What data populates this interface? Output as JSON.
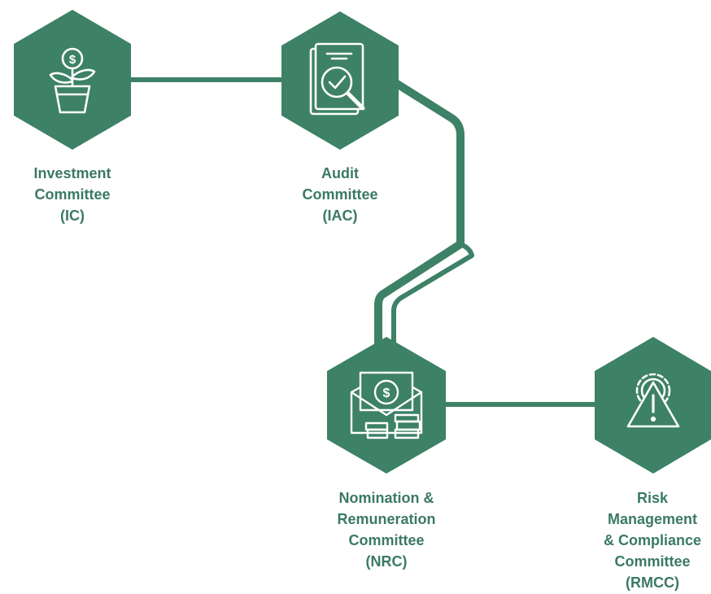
{
  "colors": {
    "accent": "#3d8167",
    "label": "#3b7a62",
    "icon_stroke": "#ffffff"
  },
  "nodes": [
    {
      "id": "ic",
      "icon": "money-plant-icon",
      "label": [
        "Investment",
        "Committee",
        "(IC)"
      ]
    },
    {
      "id": "iac",
      "icon": "audit-document-icon",
      "label": [
        "Audit",
        "Committee",
        "(IAC)"
      ]
    },
    {
      "id": "nrc",
      "icon": "money-envelope-icon",
      "label": [
        "Nomination &",
        "Remuneration",
        "Committee",
        "(NRC)"
      ]
    },
    {
      "id": "rmcc",
      "icon": "risk-warning-gear-icon",
      "label": [
        "Risk",
        "Management",
        "& Compliance",
        "Committee",
        "(RMCC)"
      ]
    }
  ]
}
